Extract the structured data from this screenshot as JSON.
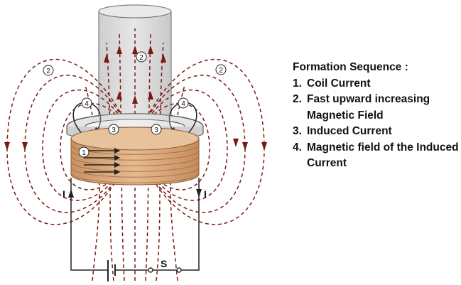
{
  "legend": {
    "title": "Formation Sequence :",
    "items": [
      {
        "num": "1.",
        "text": "Coil Current"
      },
      {
        "num": "2.",
        "text": "Fast upward increasing Magnetic Field"
      },
      {
        "num": "3.",
        "text": "Induced Current"
      },
      {
        "num": "4.",
        "text": "Magnetic field of the Induced Current"
      }
    ]
  },
  "diagram": {
    "markers": {
      "coil_current": "1",
      "magnetic_field": "2",
      "induced_current": "3",
      "induced_field": "4"
    },
    "current_label_left": "I",
    "current_label_right": "I",
    "switch_label": "S"
  },
  "colors": {
    "field_line": "#7a1a12",
    "coil": "#d7a77a",
    "cylinder": "#d6d6d6",
    "ring": "#e4e4e4",
    "text": "#111111"
  }
}
